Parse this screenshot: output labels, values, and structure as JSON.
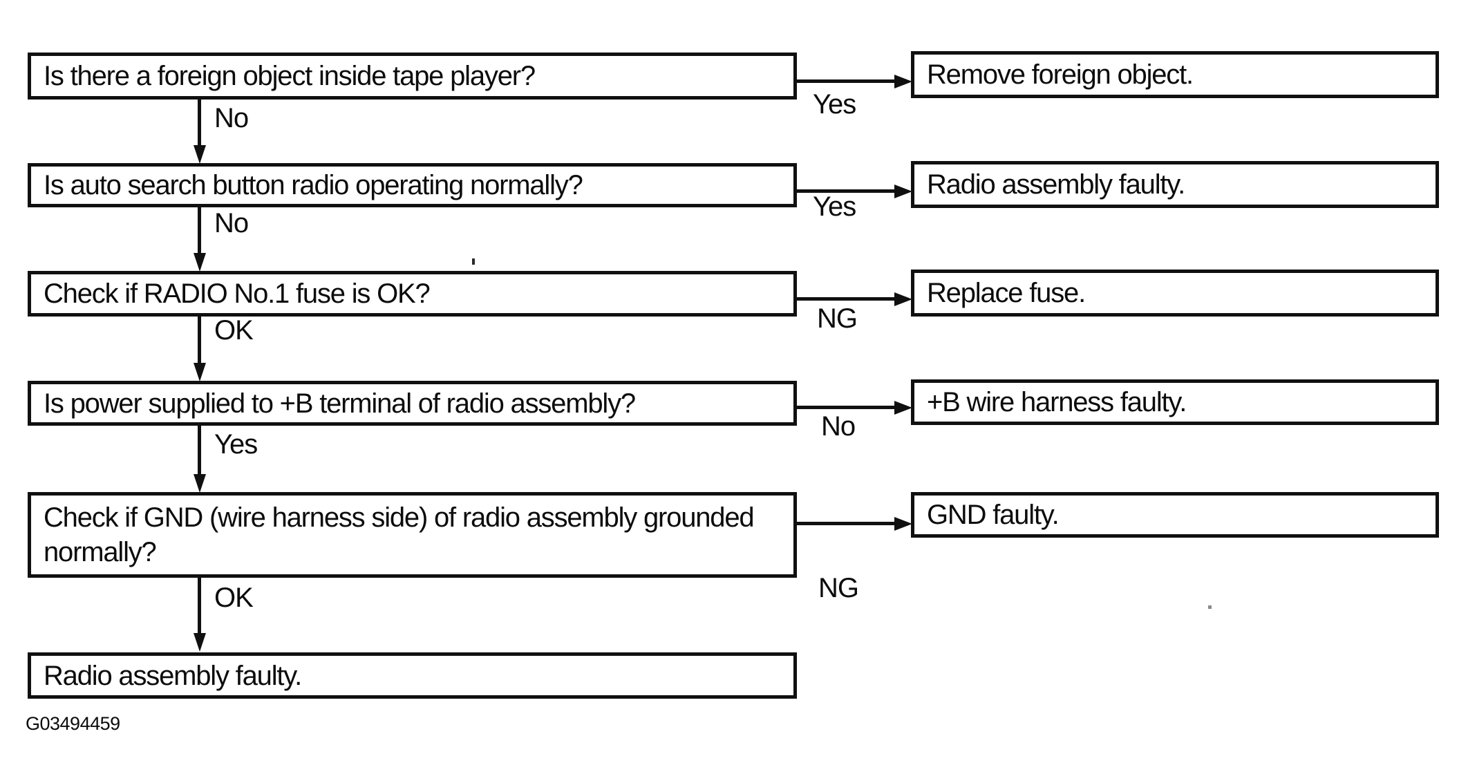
{
  "figure_id": "G03494459",
  "colors": {
    "ink": "#101010",
    "background": "#ffffff"
  },
  "flowchart": {
    "type": "troubleshooting-flowchart",
    "steps": [
      {
        "question": "Is there a foreign object inside tape player?",
        "down_label": "No",
        "right_label": "Yes",
        "result": "Remove foreign object."
      },
      {
        "question": "Is auto search button radio operating normally?",
        "down_label": "No",
        "right_label": "Yes",
        "result": "Radio assembly faulty."
      },
      {
        "question": "Check if RADIO No.1 fuse is OK?",
        "down_label": "OK",
        "right_label": "NG",
        "result": "Replace fuse."
      },
      {
        "question": "Is power supplied to +B terminal of radio assembly?",
        "down_label": "Yes",
        "right_label": "No",
        "result": "+B wire harness faulty."
      },
      {
        "question": "Check if GND (wire harness side) of radio assembly grounded normally?",
        "down_label": "OK",
        "right_label": "NG",
        "result": "GND faulty."
      }
    ],
    "final_result": "Radio assembly faulty."
  }
}
